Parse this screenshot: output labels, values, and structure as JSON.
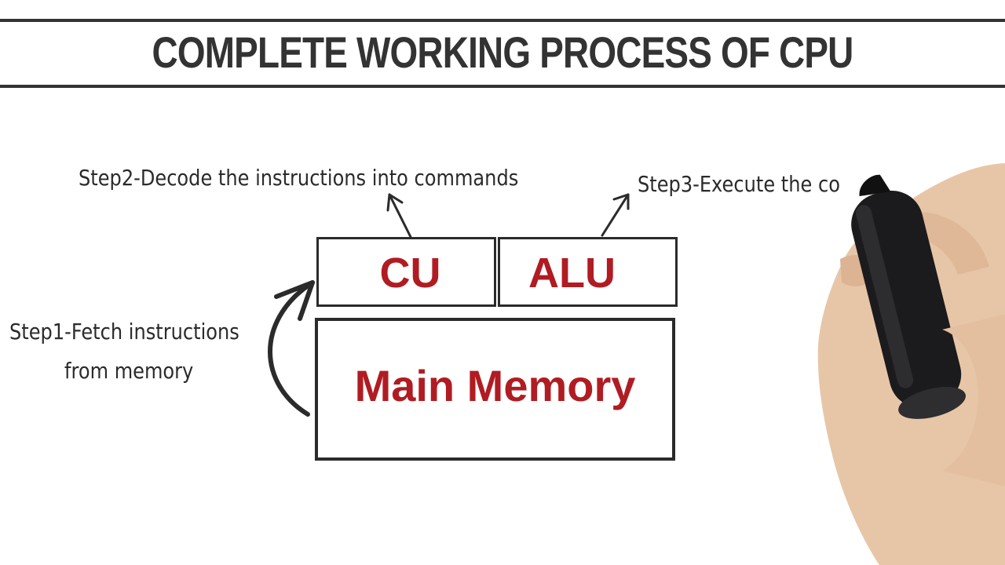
{
  "title": "COMPLETE WORKING PROCESS OF CPU",
  "diagram": {
    "cu_label": "CU",
    "alu_label": "ALU",
    "memory_label": "Main Memory"
  },
  "steps": {
    "step1_line1": "Step1-Fetch instructions",
    "step1_line2": "from memory",
    "step2": "Step2-Decode the instructions into commands",
    "step3": "Step3-Execute the co"
  },
  "colors": {
    "ink": "#2b2b2b",
    "accent_red": "#b01c22"
  }
}
